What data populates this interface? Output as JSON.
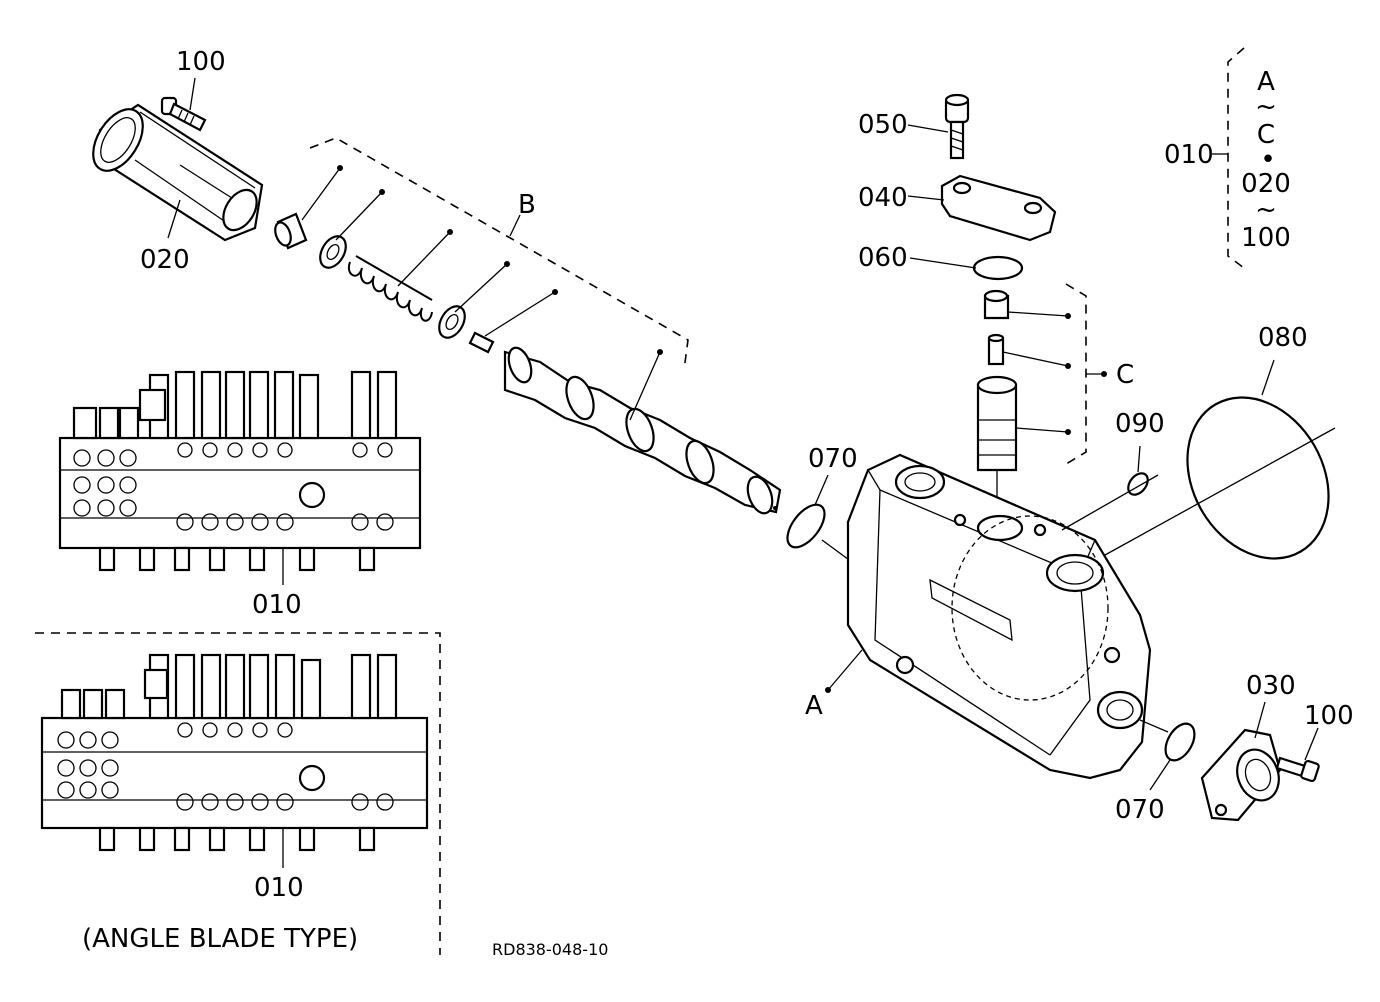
{
  "labels": {
    "p100_top": "100",
    "p020": "020",
    "p050": "050",
    "p040": "040",
    "p060": "060",
    "p080": "080",
    "p090": "090",
    "p070_left": "070",
    "p070_right": "070",
    "p030": "030",
    "p100_right": "100",
    "ref_a": "A",
    "ref_b": "B",
    "ref_c": "C",
    "p010_main": "010",
    "p010_angle": "010",
    "angle_blade_type": "(ANGLE BLADE TYPE)",
    "drawing_number": "RD838-048-10"
  },
  "legend": {
    "assembly": "010",
    "lines": [
      "A",
      "~",
      "C",
      "•",
      "020",
      "~",
      "100"
    ]
  }
}
